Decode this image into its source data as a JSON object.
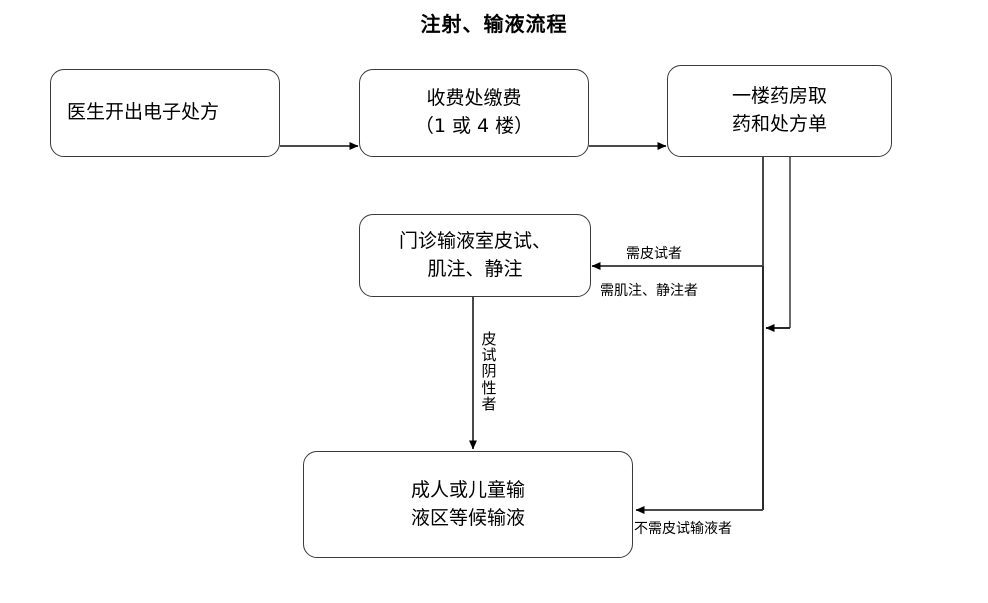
{
  "page": {
    "title": "注射、输液流程",
    "background_color": "#ffffff",
    "line_color": "#3a3a3a",
    "text_color": "#000000"
  },
  "flowchart": {
    "type": "process-flow-diagram",
    "nodes": [
      {
        "id": "prescription",
        "label": "医生开出电子处方",
        "align": "left"
      },
      {
        "id": "payment",
        "label": "收费处缴费\n（1 或 4 楼）",
        "align": "center"
      },
      {
        "id": "pharmacy",
        "label": "一楼药房取\n药和处方单",
        "align": "center"
      },
      {
        "id": "infusion",
        "label": "门诊输液室皮试、\n肌注、静注",
        "align": "center"
      },
      {
        "id": "waiting",
        "label": "成人或儿童输\n液区等候输液",
        "align": "center"
      }
    ],
    "edges": [
      {
        "id": "prescription-to-payment",
        "from": "prescription",
        "to": "payment",
        "label": ""
      },
      {
        "id": "payment-to-pharmacy",
        "from": "payment",
        "to": "pharmacy",
        "label": ""
      },
      {
        "id": "pharmacy-to-infusion",
        "from": "pharmacy",
        "to": "infusion",
        "label_above": "需皮试者",
        "label_below": "需肌注、静注者"
      },
      {
        "id": "infusion-to-waiting",
        "from": "infusion",
        "to": "waiting",
        "label_vertical": "皮试阴性者"
      },
      {
        "id": "pharmacy-to-waiting",
        "from": "pharmacy",
        "to": "waiting",
        "label": "不需皮试输液者"
      }
    ],
    "edge_labels": {
      "skin_test": "需皮试者",
      "injection": "需肌注、静注者",
      "skin_negative_chars": [
        "皮",
        "试",
        "阴",
        "性",
        "者"
      ],
      "no_skin_test": "不需皮试输液者"
    }
  }
}
